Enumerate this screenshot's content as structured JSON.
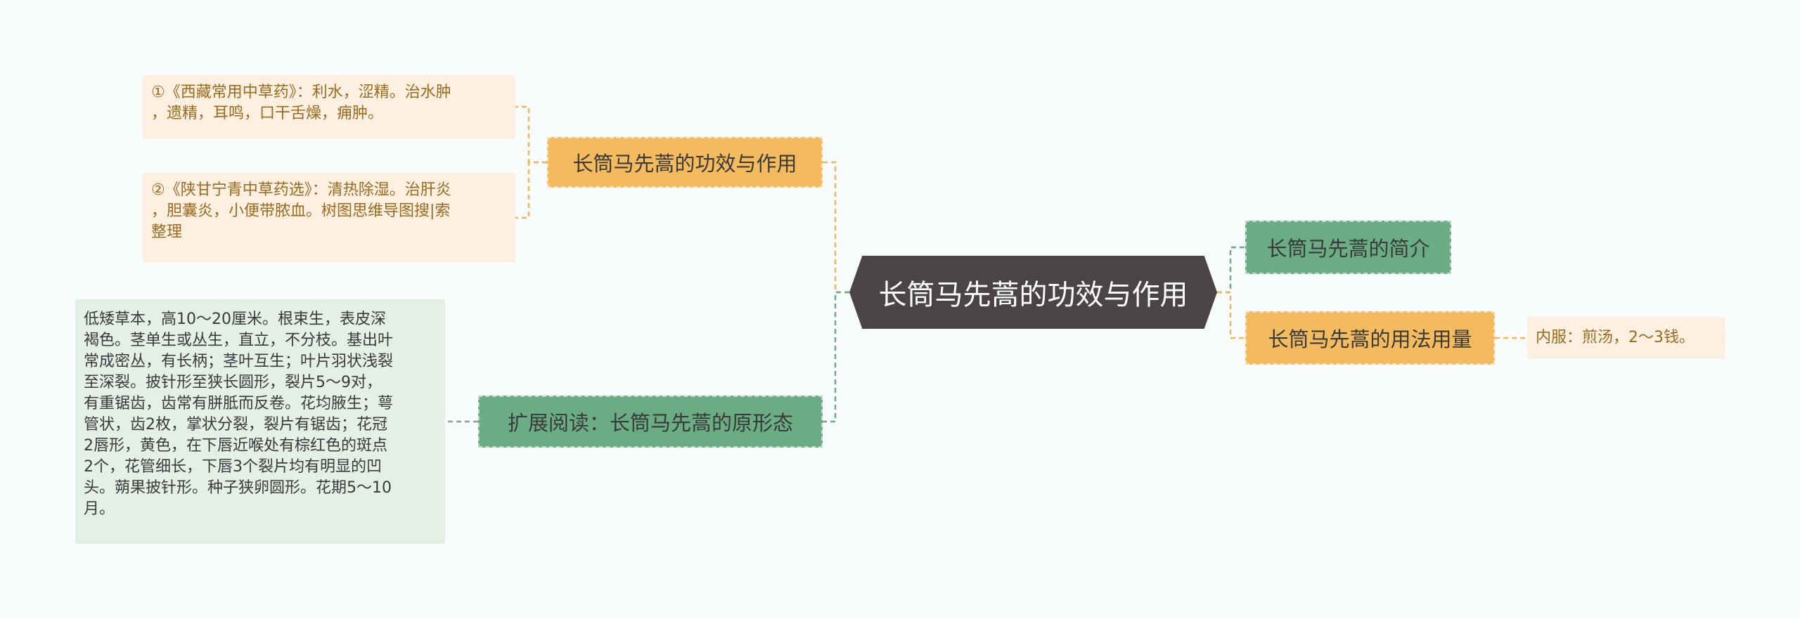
{
  "root": {
    "label": "长筒马先蒿的功效与作用"
  },
  "branches": {
    "effects": {
      "label": "长筒马先蒿的功效与作用"
    },
    "intro": {
      "label": "长筒马先蒿的简介"
    },
    "usage": {
      "label": "长筒马先蒿的用法用量"
    },
    "morphology": {
      "label": "扩展阅读：长筒马先蒿的原形态"
    }
  },
  "leaves": {
    "effects_1": {
      "lines": [
        "①《西藏常用中草药》：利水，涩精。治水肿",
        "，遗精，耳鸣，口干舌燥，痈肿。"
      ]
    },
    "effects_2": {
      "lines": [
        "②《陕甘宁青中草药选》：清热除湿。治肝炎",
        "，胆囊炎，小便带脓血。树图思维导图搜|索",
        "整理"
      ]
    },
    "usage_1": {
      "lines": [
        "内服：煎汤，2～3钱。"
      ]
    },
    "morphology_1": {
      "lines": [
        "低矮草本，高10～20厘米。根束生，表皮深",
        "褐色。茎单生或丛生，直立，不分枝。基出叶",
        "常成密丛，有长柄；茎叶互生；叶片羽状浅裂",
        "至深裂。披针形至狭长圆形，裂片5～9对，",
        "有重锯齿，齿常有胼胝而反卷。花均腋生；萼",
        "管状，齿2枚，掌状分裂，裂片有锯齿；花冠",
        "2唇形，黄色，在下唇近喉处有棕红色的斑点",
        "2个，花管细长，下唇3个裂片均有明显的凹",
        "头。蒴果披针形。种子狭卵圆形。花期5～10",
        "月。"
      ]
    }
  },
  "colors": {
    "orange_link": "#f0b65a",
    "green_link": "#6aad84",
    "gray_link": "#9a9a9a"
  }
}
